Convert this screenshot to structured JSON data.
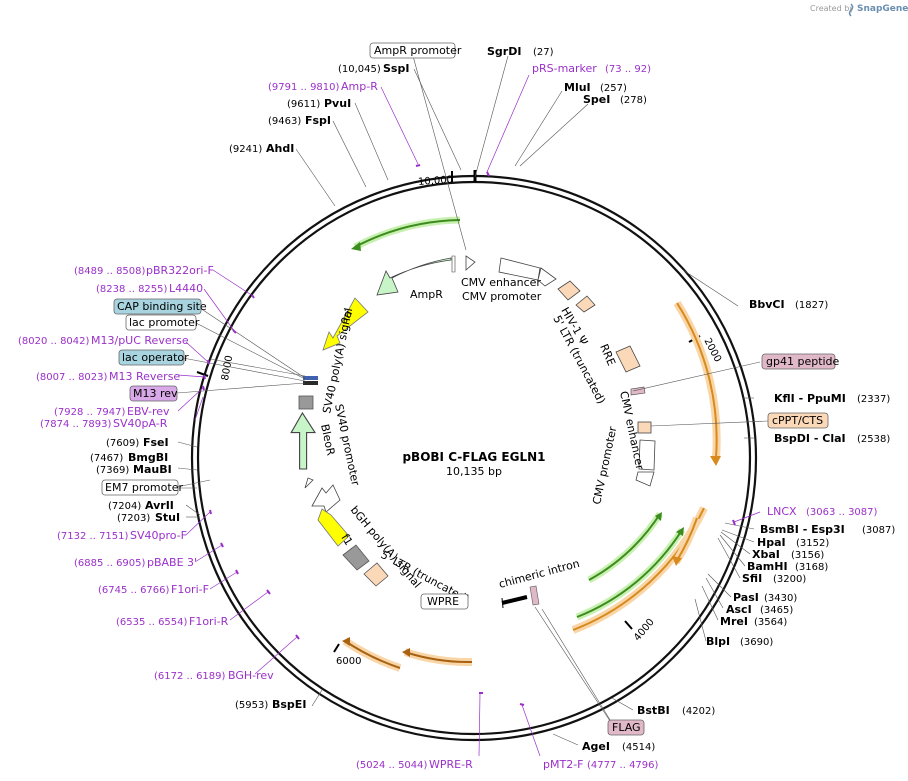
{
  "watermark": {
    "prefix": "Created by",
    "brand": "SnapGene"
  },
  "plasmid": {
    "name": "pBOBI C-FLAG EGLN1",
    "size_label": "10,135 bp"
  },
  "ticks": [
    "2000",
    "4000",
    "6000",
    "8000",
    "10,000"
  ],
  "enzymes": [
    {
      "name": "SgrDI",
      "pos": "(27)"
    },
    {
      "name": "MluI",
      "pos": "(257)"
    },
    {
      "name": "SpeI",
      "pos": "(278)"
    },
    {
      "name": "BbvCI",
      "pos": "(1827)"
    },
    {
      "name": "KflI - PpuMI",
      "pos": "(2337)"
    },
    {
      "name": "BspDI - ClaI",
      "pos": "(2538)"
    },
    {
      "name": "BsmBI - Esp3I",
      "pos": "(3087)"
    },
    {
      "name": "HpaI",
      "pos": "(3152)"
    },
    {
      "name": "XbaI",
      "pos": "(3156)"
    },
    {
      "name": "BamHI",
      "pos": "(3168)"
    },
    {
      "name": "SfiI",
      "pos": "(3200)"
    },
    {
      "name": "PasI",
      "pos": "(3430)"
    },
    {
      "name": "AscI",
      "pos": "(3465)"
    },
    {
      "name": "MreI",
      "pos": "(3564)"
    },
    {
      "name": "BlpI",
      "pos": "(3690)"
    },
    {
      "name": "BstBI",
      "pos": "(4202)"
    },
    {
      "name": "AgeI",
      "pos": "(4514)"
    },
    {
      "name": "BspEI",
      "pos": "(5953)"
    },
    {
      "name": "StuI",
      "pos": "(7203)"
    },
    {
      "name": "AvrII",
      "pos": "(7204)"
    },
    {
      "name": "MauBI",
      "pos": "(7369)"
    },
    {
      "name": "BmgBI",
      "pos": "(7467)"
    },
    {
      "name": "FseI",
      "pos": "(7609)"
    },
    {
      "name": "AhdI",
      "pos": "(9241)"
    },
    {
      "name": "FspI",
      "pos": "(9463)"
    },
    {
      "name": "PvuI",
      "pos": "(9611)"
    },
    {
      "name": "SspI",
      "pos": "(10,045)"
    }
  ],
  "primers": [
    {
      "name": "pRS-marker",
      "pos": "(73 .. 92)"
    },
    {
      "name": "Amp-R",
      "pos": "(9791 .. 9810)"
    },
    {
      "name": "pBR322ori-F",
      "pos": "(8489 .. 8508)"
    },
    {
      "name": "L4440",
      "pos": "(8238 .. 8255)"
    },
    {
      "name": "M13/pUC Reverse",
      "pos": "(8020 .. 8042)"
    },
    {
      "name": "M13 Reverse",
      "pos": "(8007 .. 8023)"
    },
    {
      "name": "EBV-rev",
      "pos": "(7928 .. 7947)"
    },
    {
      "name": "SV40pA-R",
      "pos": "(7874 .. 7893)"
    },
    {
      "name": "SV40pro-F",
      "pos": "(7132 .. 7151)"
    },
    {
      "name": "pBABE 3'",
      "pos": "(6885 .. 6905)"
    },
    {
      "name": "F1ori-F",
      "pos": "(6745 .. 6766)"
    },
    {
      "name": "F1ori-R",
      "pos": "(6535 .. 6554)"
    },
    {
      "name": "BGH-rev",
      "pos": "(6172 .. 6189)"
    },
    {
      "name": "WPRE-R",
      "pos": "(5024 .. 5044)"
    },
    {
      "name": "pMT2-F",
      "pos": "(4777 .. 4796)"
    },
    {
      "name": "LNCX",
      "pos": "(3063 .. 3087)"
    }
  ],
  "boxed_labels": [
    {
      "name": "AmpR promoter"
    },
    {
      "name": "CAP binding site"
    },
    {
      "name": "lac promoter"
    },
    {
      "name": "lac operator"
    },
    {
      "name": "M13 rev"
    },
    {
      "name": "EM7 promoter"
    },
    {
      "name": "gp41 peptide"
    },
    {
      "name": "cPPT/CTS"
    },
    {
      "name": "FLAG"
    },
    {
      "name": "WPRE"
    }
  ],
  "features": [
    {
      "name": "AmpR"
    },
    {
      "name": "ori"
    },
    {
      "name": "CMV enhancer"
    },
    {
      "name": "CMV promoter"
    },
    {
      "name": "HIV-1 Ψ"
    },
    {
      "name": "5' LTR (truncated)"
    },
    {
      "name": "RRE"
    },
    {
      "name": "CMV enhancer"
    },
    {
      "name": "CMV promoter"
    },
    {
      "name": "SV40 poly(A) signal"
    },
    {
      "name": "SV40 promoter"
    },
    {
      "name": "BleoR"
    },
    {
      "name": "f1 ori"
    },
    {
      "name": "bGH poly(A) signal"
    },
    {
      "name": "5' LTR (truncated)"
    },
    {
      "name": "chimeric intron"
    }
  ],
  "colors": {
    "ampr": "#c8f5c8",
    "ori": "#ffff00",
    "orange": "#f3a93c",
    "green": "#3c8c1e",
    "peach": "#fbd8b8",
    "purple": "#9b30c9",
    "pinkbox": "#e0b8c8",
    "bluebox": "#a8d4e0"
  }
}
